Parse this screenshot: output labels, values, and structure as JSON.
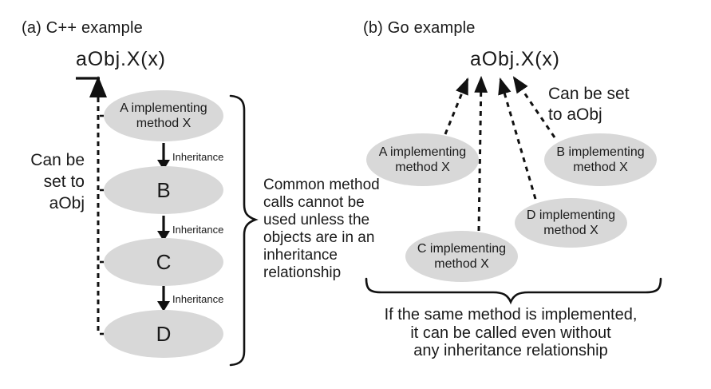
{
  "colors": {
    "ellipse_fill": "#d8d8d8",
    "ink": "#1a1a1a"
  },
  "panel_a": {
    "title": "(a) C++ example",
    "call_expression": "aObj.X(x)",
    "left_note_lines": [
      "Can be",
      "set to",
      "aObj"
    ],
    "nodes": {
      "a": {
        "line1": "A implementing",
        "line2": "method X"
      },
      "b": {
        "label": "B"
      },
      "c": {
        "label": "C"
      },
      "d": {
        "label": "D"
      }
    },
    "inheritance_labels": [
      "Inheritance",
      "Inheritance",
      "Inheritance"
    ],
    "brace_note_lines": [
      "Common method",
      "calls cannot be",
      "used unless the",
      "objects are in an",
      "inheritance",
      "relationship"
    ]
  },
  "panel_b": {
    "title": "(b) Go example",
    "call_expression": "aObj.X(x)",
    "right_note_lines": [
      "Can be set",
      "to aObj"
    ],
    "nodes": {
      "a": {
        "line1": "A implementing",
        "line2": "method X"
      },
      "b": {
        "line1": "B implementing",
        "line2": "method X"
      },
      "c": {
        "line1": "C implementing",
        "line2": "method X"
      },
      "d": {
        "line1": "D implementing",
        "line2": "method X"
      }
    },
    "caption_lines": [
      "If the same method is implemented,",
      "it can be called even without",
      "any inheritance relationship"
    ]
  }
}
